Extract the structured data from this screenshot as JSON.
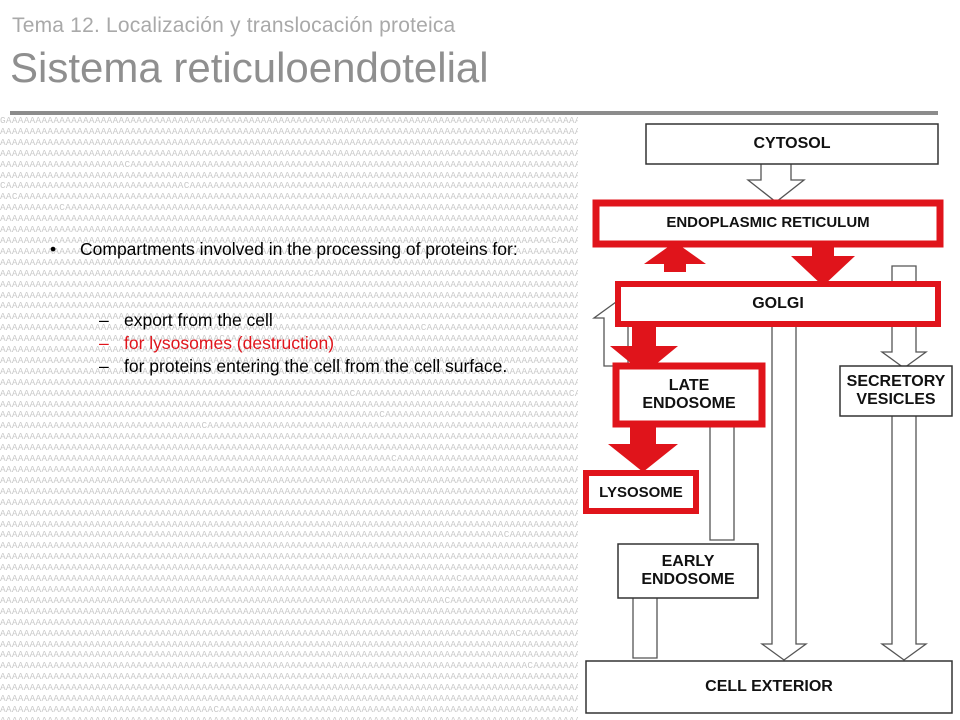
{
  "header": {
    "subtitle": "Tema 12. Localización y translocación proteica",
    "title": "Sistema reticuloendotelial"
  },
  "content": {
    "bullet_symbol": "•",
    "dash_symbol": "–",
    "bullet": "Compartments involved in the processing of proteins for:",
    "subitems": [
      {
        "text": "export from the cell",
        "color": "#000000"
      },
      {
        "text": "for lysosomes (destruction)",
        "color": "#e0141b"
      },
      {
        "text": "for proteins entering the cell from the cell surface.",
        "color": "#000000"
      }
    ]
  },
  "diagram": {
    "compartments": {
      "cytosol": "CYTOSOL",
      "er": "ENDOPLASMIC RETICULUM",
      "golgi": "GOLGI",
      "late_endosome": "LATE\nENDOSOME",
      "secretory": "SECRETORY\nVESICLES",
      "lysosome": "LYSOSOME",
      "early_endosome": "EARLY\nENDOSOME",
      "cell_exterior": "CELL EXTERIOR"
    },
    "highlight_color": "#e0141b",
    "highlighted": [
      "er",
      "golgi",
      "late_endosome",
      "lysosome"
    ]
  },
  "background": {
    "description_style": "dna-sequence-pattern",
    "alphabet": "ACGT"
  }
}
